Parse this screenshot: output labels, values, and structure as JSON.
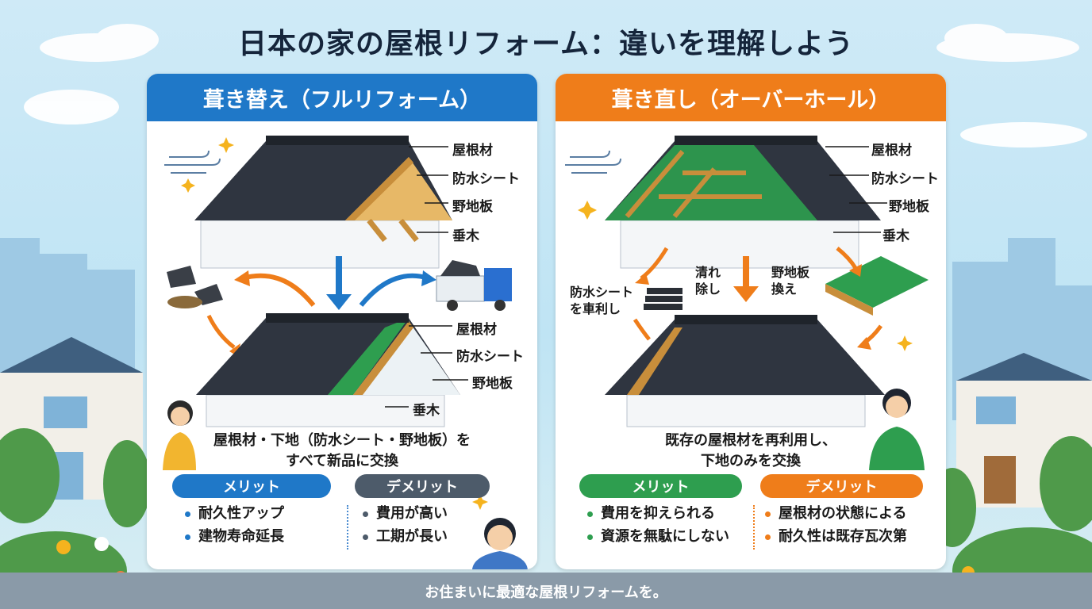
{
  "title": "日本の家の屋根リフォーム：違いを理解しよう",
  "left": {
    "header": "葺き替え（フルリフォーム）",
    "layers_top": [
      "屋根材",
      "防水シート",
      "野地板",
      "垂木"
    ],
    "layers_bottom": [
      "屋根材",
      "防水シート",
      "野地板",
      "垂木"
    ],
    "description": [
      "屋根材・下地（防水シート・野地板）を",
      "すべて新品に交換"
    ],
    "merit_label": "メリット",
    "demerit_label": "デメリット",
    "merits": [
      "耐久性アップ",
      "建物寿命延長"
    ],
    "demerits": [
      "費用が高い",
      "工期が長い"
    ]
  },
  "right": {
    "header": "葺き直し（オーバーホール）",
    "layers": [
      "屋根材",
      "防水シート",
      "野地板",
      "垂木"
    ],
    "step_sheet": [
      "防水シート",
      "を車利し"
    ],
    "step_clean": [
      "清れ",
      "除し"
    ],
    "step_board": [
      "野地板",
      "換え"
    ],
    "description": [
      "既存の屋根材を再利用し、",
      "下地のみを交換"
    ],
    "merit_label": "メリット",
    "demerit_label": "デメリット",
    "merits": [
      "費用を抑えられる",
      "資源を無駄にしない"
    ],
    "demerits": [
      "屋根材の状態による",
      "耐久性は既存瓦次第"
    ]
  },
  "footer": "お住まいに最適な屋根リフォームを。",
  "colors": {
    "blue": "#1f78c8",
    "orange": "#ef7d1a",
    "green": "#2e9e4f",
    "gray": "#4d5b6a"
  }
}
